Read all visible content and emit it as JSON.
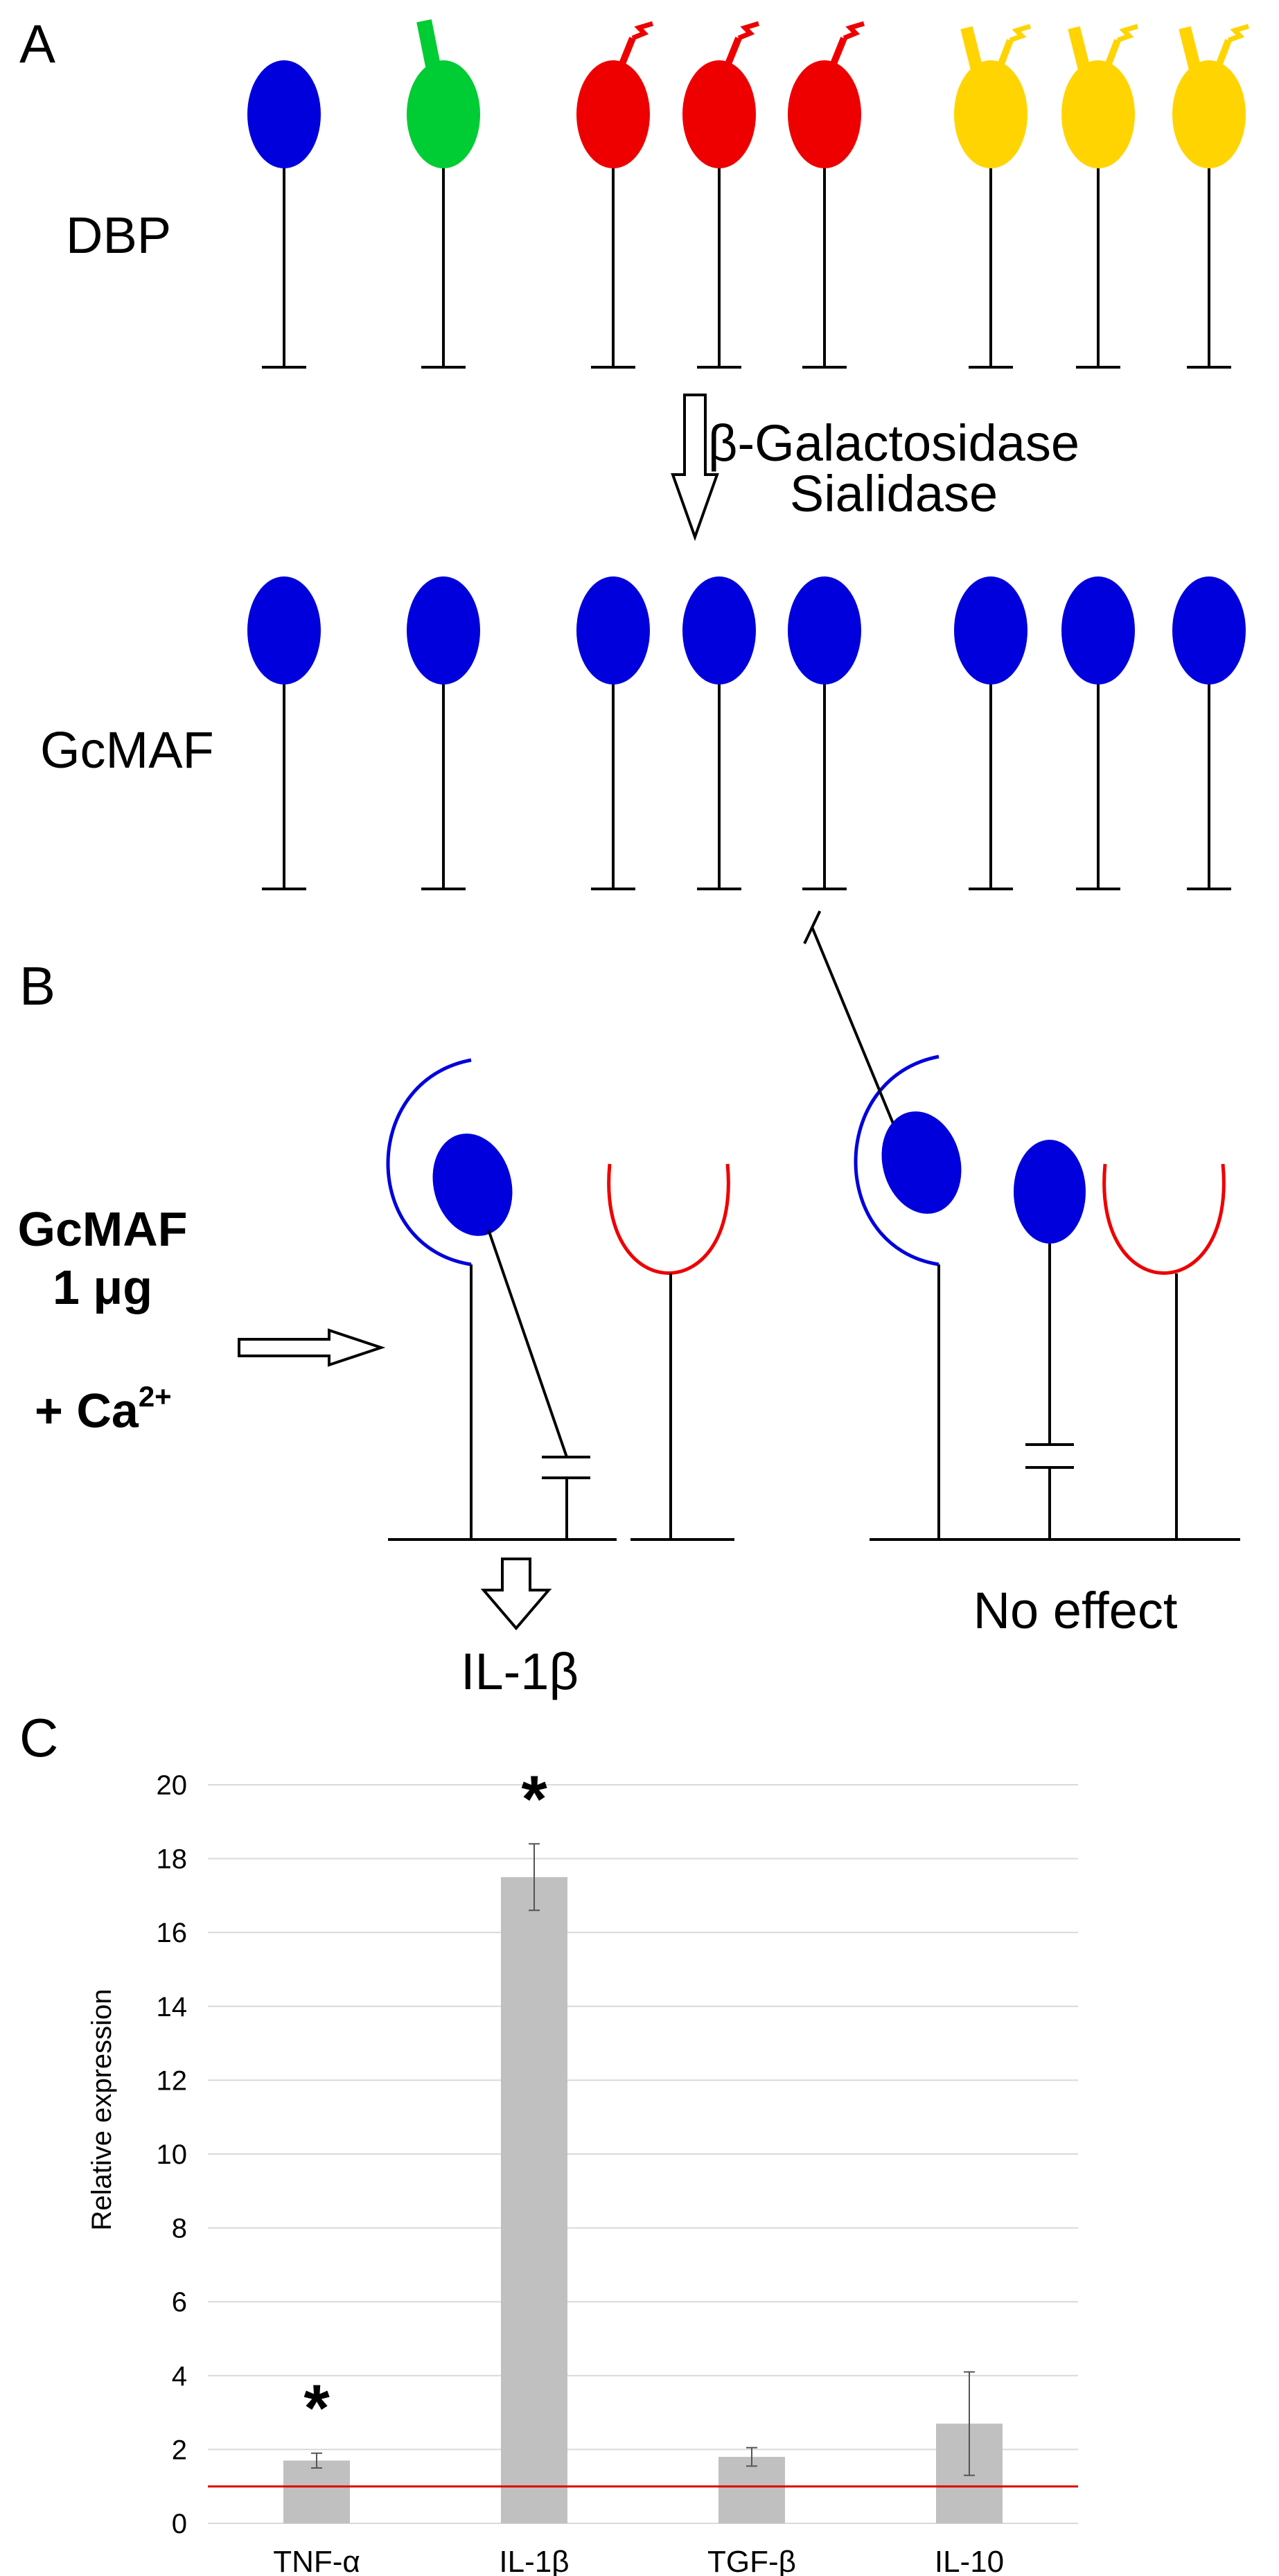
{
  "panels": {
    "a": "A",
    "b": "B",
    "c": "C"
  },
  "panel_a": {
    "dbp_label": "DBP",
    "gcmaf_label": "GcMAF",
    "enzyme_1": "β-Galactosidase",
    "enzyme_2": "Sialidase"
  },
  "panel_b": {
    "treatment_line1": "GcMAF",
    "treatment_line2": "1 μg",
    "calcium": "+ Ca",
    "calcium_sup": "2+",
    "output_left": "IL-1β",
    "output_right": "No effect"
  },
  "colors": {
    "blue": "#0000dd",
    "green": "#00cc33",
    "red": "#ee0000",
    "yellow": "#ffd400",
    "bar": "#c0c0c0",
    "reference_line": "#e00000",
    "grid": "#d9d9d9"
  },
  "chart_data": {
    "type": "bar",
    "categories": [
      "TNF-α",
      "IL-1β",
      "TGF-β",
      "IL-10"
    ],
    "values": [
      1.7,
      17.5,
      1.8,
      2.7
    ],
    "errors": [
      0.2,
      0.9,
      0.25,
      1.4
    ],
    "significance": [
      "*",
      "*",
      "",
      ""
    ],
    "reference_value": 1,
    "ylabel": "Relative expression",
    "ylim": [
      0,
      20
    ],
    "yticks": [
      0,
      2,
      4,
      6,
      8,
      10,
      12,
      14,
      16,
      18,
      20
    ],
    "grid": true
  }
}
